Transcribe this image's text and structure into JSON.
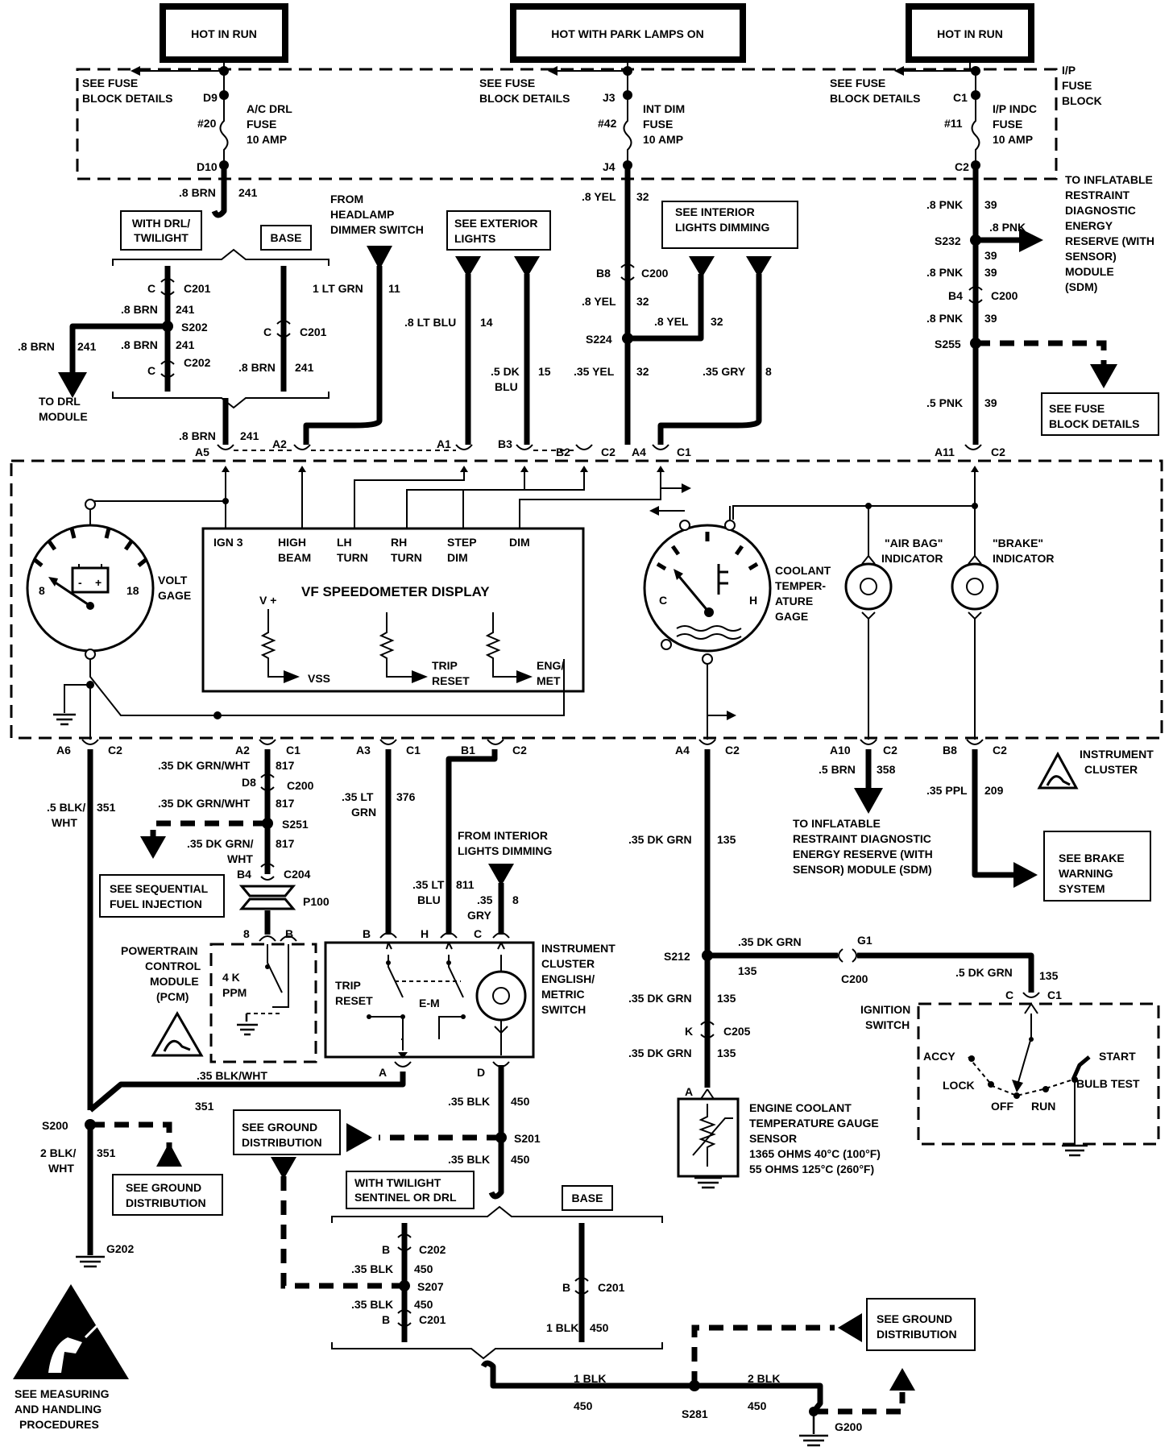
{
  "power": {
    "left": "HOT IN RUN",
    "center": "HOT WITH PARK LAMPS ON",
    "right": "HOT IN RUN"
  },
  "fuse_block": {
    "title_lines": [
      "I/P",
      "FUSE",
      "BLOCK"
    ],
    "see_details_lines": [
      "SEE FUSE",
      "BLOCK DETAILS"
    ],
    "fuses": [
      {
        "top": "D9",
        "bottom": "D10",
        "num": "#20",
        "name_lines": [
          "A/C DRL",
          "FUSE",
          "10 AMP"
        ]
      },
      {
        "top": "J3",
        "bottom": "J4",
        "num": "#42",
        "name_lines": [
          "INT DIM",
          "FUSE",
          "10 AMP"
        ]
      },
      {
        "top": "C1",
        "bottom": "C2",
        "num": "#11",
        "name_lines": [
          "I/P INDC",
          "FUSE",
          "10 AMP"
        ]
      }
    ]
  },
  "labels": {
    "brn": ".8 BRN",
    "c241": "241",
    "with_drl_lines": [
      "WITH DRL/",
      "TWILIGHT"
    ],
    "base": "BASE",
    "c": "C",
    "b": "B",
    "a": "A",
    "d": "D",
    "h": "H",
    "k": "K",
    "c201": "C201",
    "s202": "S202",
    "c202": "C202",
    "to_drl_lines": [
      "TO DRL",
      "MODULE"
    ],
    "from_headlamp_lines": [
      "FROM",
      "HEADLAMP",
      "DIMMER SWITCH"
    ],
    "lt_grn": "1 LT GRN",
    "c11": "11",
    "see_ext_lines": [
      "SEE EXTERIOR",
      "LIGHTS"
    ],
    "lt_blu": ".8 LT BLU",
    "c14": "14",
    "dk_blu_lines": [
      ".5 DK",
      "BLU"
    ],
    "c15": "15",
    "yel8": ".8 YEL",
    "c32": "32",
    "b8": "B8",
    "c200": "C200",
    "s224": "S224",
    "yel35": ".35 YEL",
    "see_int_lines": [
      "SEE INTERIOR",
      "LIGHTS DIMMING"
    ],
    "gry35": ".35 GRY",
    "c8": "8",
    "pnk8": ".8 PNK",
    "c39": "39",
    "s232": "S232",
    "b4": "B4",
    "s255": "S255",
    "pnk5": ".5 PNK",
    "to_inflatable_lines": [
      "TO INFLATABLE",
      "RESTRAINT",
      "DIAGNOSTIC",
      "ENERGY",
      "RESERVE (WITH",
      "SENSOR)",
      "MODULE",
      "(SDM)"
    ],
    "see_fuse_lines": [
      "SEE FUSE",
      "BLOCK DETAILS"
    ],
    "a5": "A5",
    "a2": "A2",
    "a1": "A1",
    "b3": "B3",
    "b2": "B2",
    "a4": "A4",
    "a11": "A11",
    "c1": "C1",
    "c2": "C2",
    "vf_title": "VF SPEEDOMETER DISPLAY",
    "vf_inputs": [
      "IGN 3",
      "HIGH",
      "BEAM",
      "LH",
      "TURN",
      "RH",
      "TURN",
      "STEP",
      "DIM",
      "DIM"
    ],
    "vplus": "V +",
    "vss": "VSS",
    "trip_lines": [
      "TRIP",
      "RESET"
    ],
    "eng_lines": [
      "ENG/",
      "MET"
    ],
    "volt_gage_lines": [
      "VOLT",
      "GAGE"
    ],
    "volt_min": "8",
    "volt_max": "18",
    "coolant_lines": [
      "COOLANT",
      "TEMPER-",
      "ATURE",
      "GAGE"
    ],
    "gauge_c": "C",
    "gauge_h": "H",
    "airbag_lines": [
      "\"AIR BAG\"",
      "INDICATOR"
    ],
    "brake_lines": [
      "\"BRAKE\"",
      "INDICATOR"
    ],
    "ic_lines": [
      "INSTRUMENT",
      "CLUSTER"
    ],
    "a6": "A6",
    "a3": "A3",
    "b1": "B1",
    "a10": "A10",
    "blk_wht_lines": [
      ".5 BLK/",
      "WHT"
    ],
    "c351": "351",
    "dkgrnwht": ".35 DK GRN/WHT",
    "c817": "817",
    "d8": "D8",
    "s251": "S251",
    "dkgrnwht_lines": [
      ".35 DK GRN/",
      "WHT"
    ],
    "c204": "C204",
    "p100": "P100",
    "see_sfi_lines": [
      "SEE SEQUENTIAL",
      "FUEL INJECTION"
    ],
    "ltgrn376_lines": [
      ".35 LT",
      "GRN"
    ],
    "c376": "376",
    "from_int_lines": [
      "FROM INTERIOR",
      "LIGHTS DIMMING"
    ],
    "ltblu811_lines": [
      ".35 LT",
      "BLU"
    ],
    "c811": "811",
    "gry35_lines": [
      ".35",
      "GRY"
    ],
    "brn358": ".5 BRN",
    "c358": "358",
    "to_sdm_lines": [
      "TO INFLATABLE",
      "RESTRAINT DIAGNOSTIC",
      "ENERGY RESERVE (WITH",
      "SENSOR) MODULE (SDM)"
    ],
    "ppl": ".35 PPL",
    "c209": "209",
    "see_brake_lines": [
      "SEE BRAKE",
      "WARNING",
      "SYSTEM"
    ],
    "dkgrn": ".35 DK GRN",
    "c135": "135",
    "s212": "S212",
    "g1": "G1",
    "c205": "C205",
    "dkgrn5": ".5 DK GRN",
    "pcm_lines": [
      "POWERTRAIN",
      "CONTROL",
      "MODULE",
      "(PCM)"
    ],
    "ppm_lines": [
      "4 K",
      "PPM"
    ],
    "c8b": "8",
    "ic_switch_lines": [
      "INSTRUMENT",
      "CLUSTER",
      "ENGLISH/",
      "METRIC",
      "SWITCH"
    ],
    "em": "E-M",
    "ign_lines": [
      "IGNITION",
      "SWITCH"
    ],
    "accy": "ACCY",
    "start": "START",
    "lock": "LOCK",
    "bulb": "BULB TEST",
    "off": "OFF",
    "run": "RUN",
    "blkwht35": ".35 BLK/WHT",
    "s200": "S200",
    "blk2wht_lines": [
      "2 BLK/",
      "WHT"
    ],
    "see_ground_lines": [
      "SEE GROUND",
      "DISTRIBUTION"
    ],
    "blk35": ".35 BLK",
    "c450": "450",
    "s201": "S201",
    "with_twilight_lines": [
      "WITH TWILIGHT",
      "SENTINEL OR DRL"
    ],
    "s207": "S207",
    "blk1": "1 BLK",
    "blk2": "2 BLK",
    "s281": "S281",
    "g202": "G202",
    "g200": "G200",
    "ect_lines": [
      "ENGINE COOLANT",
      "TEMPERATURE GAUGE",
      "SENSOR",
      "1365 OHMS 40°C (100°F)",
      "55 OHMS 125°C (260°F)"
    ],
    "measuring_lines": [
      "SEE MEASURING",
      "AND HANDLING",
      "PROCEDURES"
    ]
  }
}
